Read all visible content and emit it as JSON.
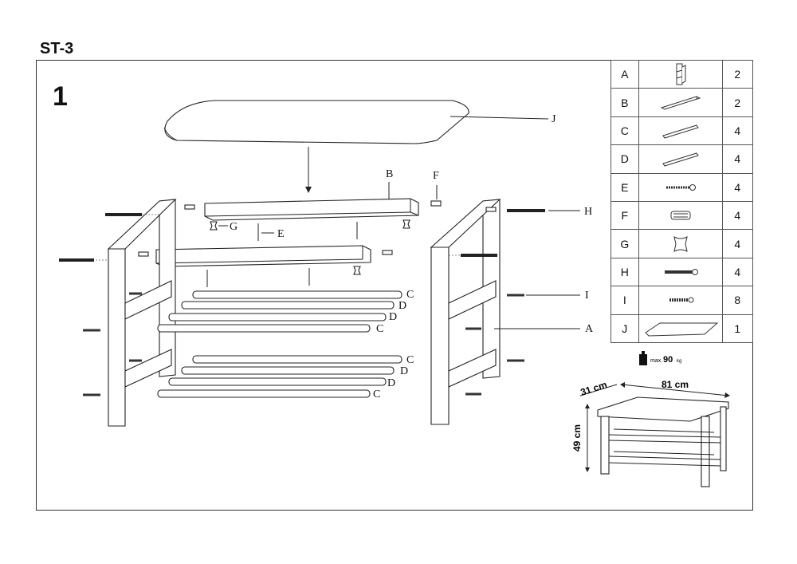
{
  "header": {
    "model": "ST-3",
    "step": "1"
  },
  "callouts": {
    "A": "A",
    "B": "B",
    "C": "C",
    "D": "D",
    "E": "E",
    "F": "F",
    "G": "G",
    "H": "H",
    "I": "I",
    "J": "J"
  },
  "parts": [
    {
      "code": "A",
      "icon": "side-frame-icon",
      "qty": "2"
    },
    {
      "code": "B",
      "icon": "rail-icon",
      "qty": "2"
    },
    {
      "code": "C",
      "icon": "rod-icon",
      "qty": "4"
    },
    {
      "code": "D",
      "icon": "rod-icon",
      "qty": "4"
    },
    {
      "code": "E",
      "icon": "screw-icon",
      "qty": "4"
    },
    {
      "code": "F",
      "icon": "dowel-icon",
      "qty": "4"
    },
    {
      "code": "G",
      "icon": "cam-nut-icon",
      "qty": "4"
    },
    {
      "code": "H",
      "icon": "bolt-icon",
      "qty": "4"
    },
    {
      "code": "I",
      "icon": "small-screw-icon",
      "qty": "8"
    },
    {
      "code": "J",
      "icon": "seat-board-icon",
      "qty": "1"
    }
  ],
  "specs": {
    "max_load_prefix": "max.",
    "max_load_value": "90",
    "max_load_unit": "kg",
    "depth": "31 cm",
    "width": "81 cm",
    "height": "49 cm"
  }
}
